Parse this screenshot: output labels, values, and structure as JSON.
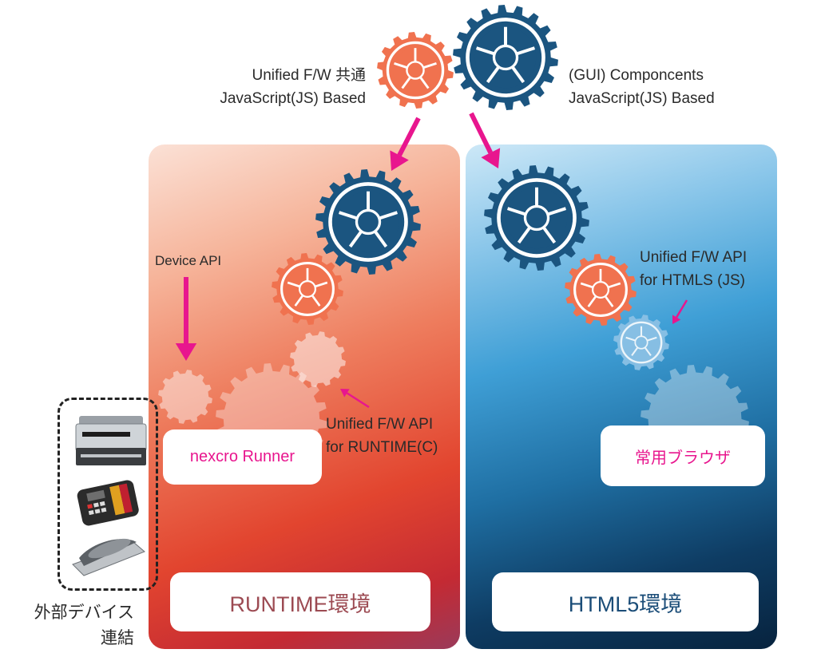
{
  "top_left_label": {
    "line1": "Unified F/W 共通",
    "line2": "JavaScript(JS) Based"
  },
  "top_right_label": {
    "line1": "(GUI) Componcents",
    "line2": "JavaScript(JS) Based"
  },
  "runtime": {
    "device_api": "Device API",
    "api_label_line1": "Unified F/W API",
    "api_label_line2": "for RUNTIME(C)",
    "runner": "nexcro Runner",
    "env": "RUNTIME環境"
  },
  "html5": {
    "api_label_line1": "Unified F/W API",
    "api_label_line2": "for HTMLS (JS)",
    "browser": "常用ブラウザ",
    "env": "HTML5環境"
  },
  "devices": {
    "label_line1": "外部デバイス",
    "label_line2": "連結",
    "icons": [
      "printer-icon",
      "card-terminal-icon",
      "scanner-icon"
    ]
  },
  "colors": {
    "orange_gear": "#f0724f",
    "blue_gear": "#1b5580",
    "arrow": "#e8168e",
    "runner_text": "#e8168e",
    "browser_text": "#e8168e",
    "runtime_env_text": "#9c4a52",
    "html5_env_text": "#1b4d78"
  }
}
